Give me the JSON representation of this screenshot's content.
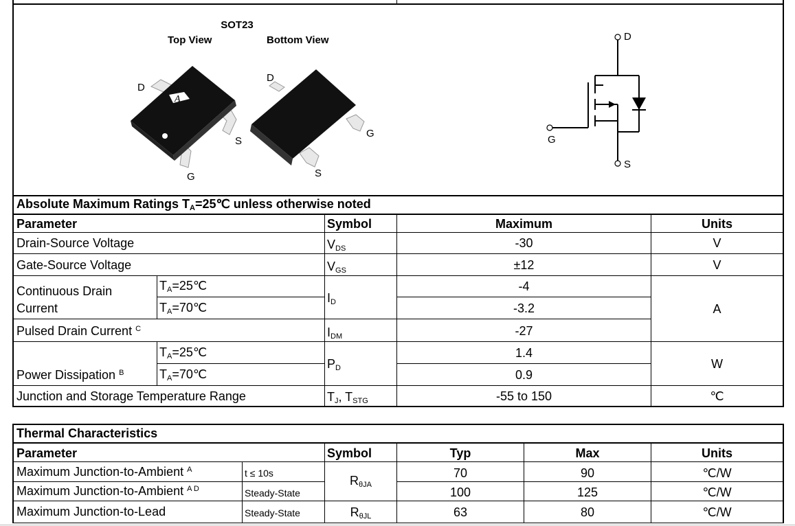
{
  "package": {
    "name": "SOT23",
    "top_view": "Top View",
    "bottom_view": "Bottom View",
    "top_pins": {
      "d": "D",
      "s": "S",
      "g": "G"
    },
    "bottom_pins": {
      "d": "D",
      "g": "G",
      "s": "S"
    }
  },
  "schematic": {
    "d": "D",
    "g": "G",
    "s": "S"
  },
  "abs_max": {
    "title": "Absolute Maximum Ratings  T",
    "title_sub": "A",
    "title_rest": "=25℃ unless otherwise noted",
    "headers": {
      "parameter": "Parameter",
      "symbol": "Symbol",
      "maximum": "Maximum",
      "units": "Units"
    },
    "rows": {
      "vds": {
        "param": "Drain-Source Voltage",
        "sym": "V",
        "sym_sub": "DS",
        "max": "-30",
        "unit": "V"
      },
      "vgs": {
        "param": "Gate-Source Voltage",
        "sym": "V",
        "sym_sub": "GS",
        "max": "±12",
        "unit": "V"
      },
      "id": {
        "param_line1": "Continuous Drain",
        "param_line2": "Current",
        "cond1": "T",
        "cond1_sub": "A",
        "cond1_rest": "=25℃",
        "cond2": "T",
        "cond2_sub": "A",
        "cond2_rest": "=70℃",
        "sym": "I",
        "sym_sub": "D",
        "max1": "-4",
        "max2": "-3.2"
      },
      "idm": {
        "param": "Pulsed Drain Current ",
        "param_sup": "C",
        "sym": "I",
        "sym_sub": "DM",
        "max": "-27"
      },
      "current_unit": "A",
      "pd": {
        "param": "Power Dissipation ",
        "param_sup": "B",
        "cond1": "T",
        "cond1_sub": "A",
        "cond1_rest": "=25℃",
        "cond2": "T",
        "cond2_sub": "A",
        "cond2_rest": "=70℃",
        "sym": "P",
        "sym_sub": "D",
        "max1": "1.4",
        "max2": "0.9",
        "unit": "W"
      },
      "tj": {
        "param": "Junction and Storage Temperature Range",
        "sym": "T",
        "sym_sub": "J",
        "sym2": ", T",
        "sym2_sub": "STG",
        "max": "-55 to 150",
        "unit": "℃"
      }
    }
  },
  "thermal": {
    "title": "Thermal Characteristics",
    "headers": {
      "parameter": "Parameter",
      "symbol": "Symbol",
      "typ": "Typ",
      "max": "Max",
      "units": "Units"
    },
    "rows": [
      {
        "param": "Maximum Junction-to-Ambient ",
        "sup": "A",
        "cond": "t ≤ 10s",
        "typ": "70",
        "max": "90",
        "unit": "℃/W"
      },
      {
        "param": "Maximum Junction-to-Ambient ",
        "sup": "A D",
        "cond": "Steady-State",
        "typ": "100",
        "max": "125",
        "unit": "℃/W"
      },
      {
        "param": "Maximum Junction-to-Lead",
        "sup": "",
        "cond": "Steady-State",
        "typ": "63",
        "max": "80",
        "unit": "℃/W"
      }
    ],
    "sym_ja": "R",
    "sym_ja_sub": "θJA",
    "sym_jl": "R",
    "sym_jl_sub": "θJL"
  }
}
